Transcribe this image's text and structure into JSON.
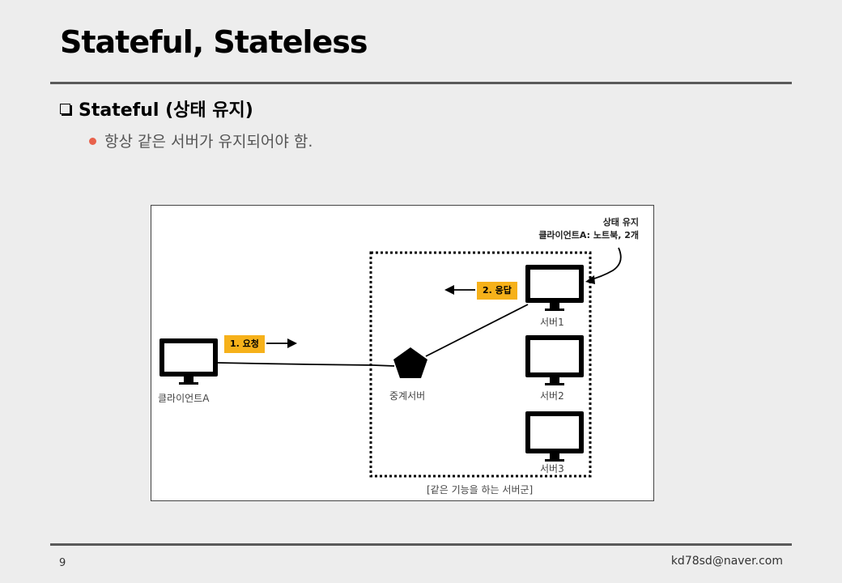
{
  "title": "Stateful, Stateless",
  "section": {
    "heading": "Stateful (상태 유지)"
  },
  "bullet": {
    "text": "항상 같은 서버가 유지되어야 함."
  },
  "diagram": {
    "client_label": "클라이언트A",
    "proxy_label": "중계서버",
    "servers": [
      "서버1",
      "서버2",
      "서버3"
    ],
    "request_tag": "1. 요청",
    "response_tag": "2. 응답",
    "state_note_title": "상태 유지",
    "state_note_detail": "클라이언트A: 노트북, 2개",
    "group_caption": "[같은 기능을 하는 서버군]",
    "tag_color": "#f6b11a"
  },
  "footer": {
    "page": "9",
    "email": "kd78sd@naver.com"
  }
}
